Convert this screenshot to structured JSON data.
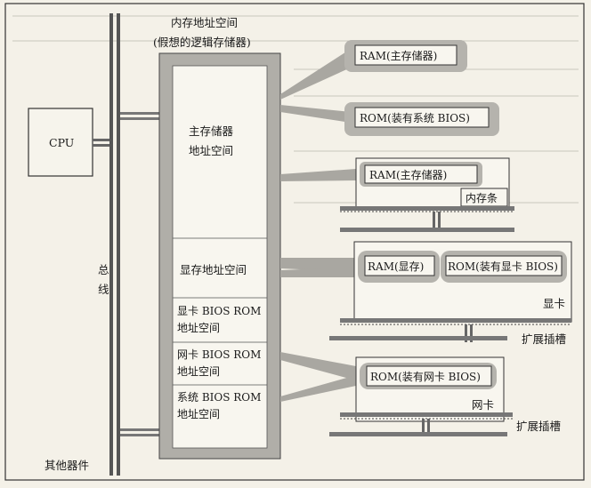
{
  "diagram": {
    "cpu": "CPU",
    "bus_char_1": "总",
    "bus_char_2": "线",
    "other_devices": "其他器件",
    "memory_space": {
      "title_line1": "内存地址空间",
      "title_line2": "(假想的逻辑存储器)",
      "main_line1": "主存储器",
      "main_line2": "地址空间",
      "video_space": "显存地址空间",
      "vga_bios_line1": "显卡 BIOS ROM",
      "vga_bios_line2": "地址空间",
      "nic_bios_line1": "网卡 BIOS ROM",
      "nic_bios_line2": "地址空间",
      "sys_bios_line1": "系统 BIOS ROM",
      "sys_bios_line2": "地址空间"
    },
    "devices": {
      "ram_main": "RAM(主存储器)",
      "rom_system": "ROM(装有系统 BIOS)",
      "ram_stick": "RAM(主存储器)",
      "ram_stick_caption": "内存条",
      "ram_video": "RAM(显存)",
      "rom_video": "ROM(装有显卡 BIOS)",
      "video_card_caption": "显卡",
      "slot_1": "扩展插槽",
      "rom_nic": "ROM(装有网卡 BIOS)",
      "nic_caption": "网卡",
      "slot_2": "扩展插槽"
    }
  }
}
